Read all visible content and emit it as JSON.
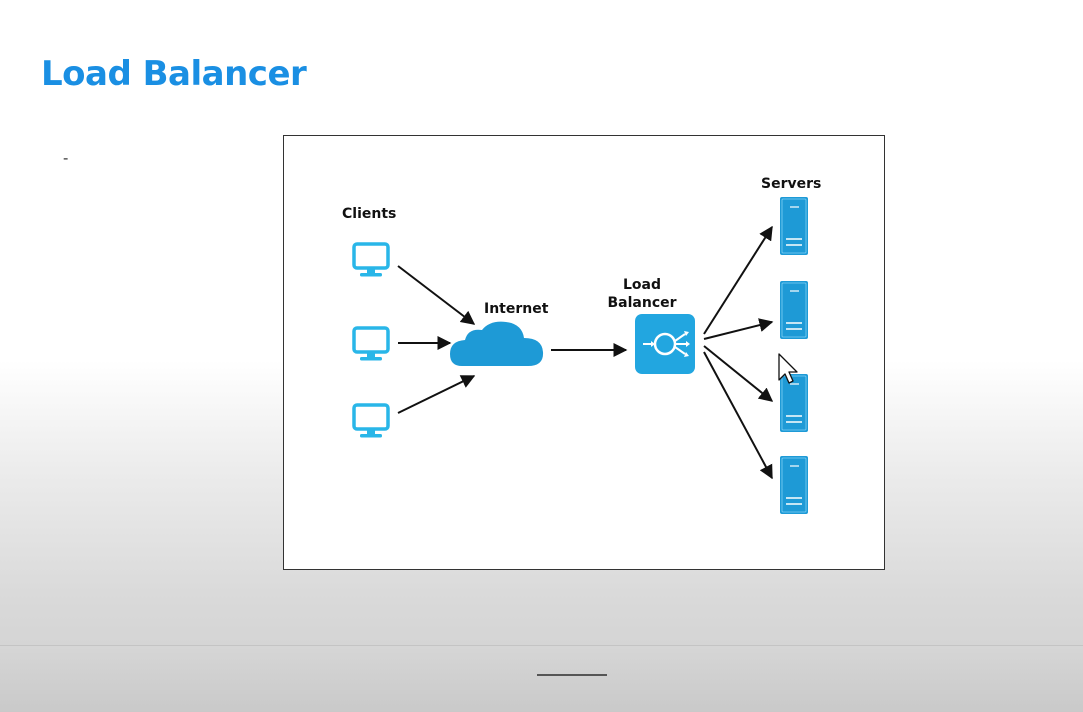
{
  "slide": {
    "title": "Load Balancer",
    "bullet_marker": "-"
  },
  "diagram": {
    "labels": {
      "clients": "Clients",
      "internet": "Internet",
      "load_balancer_line1": "Load",
      "load_balancer_line2": "Balancer",
      "servers": "Servers"
    },
    "nodes": {
      "clients": [
        "client-1",
        "client-2",
        "client-3"
      ],
      "servers": [
        "server-1",
        "server-2",
        "server-3",
        "server-4"
      ]
    },
    "icons": {
      "client": "monitor-icon",
      "internet": "cloud-icon",
      "load_balancer": "load-balancer-icon",
      "server": "server-icon"
    },
    "colors": {
      "accent": "#1a8fe3",
      "monitor": "#29b6e8",
      "cloud": "#1e9ad6",
      "load_balancer": "#22a6e0",
      "server": "#1e9ad6",
      "arrow": "#111111"
    }
  }
}
